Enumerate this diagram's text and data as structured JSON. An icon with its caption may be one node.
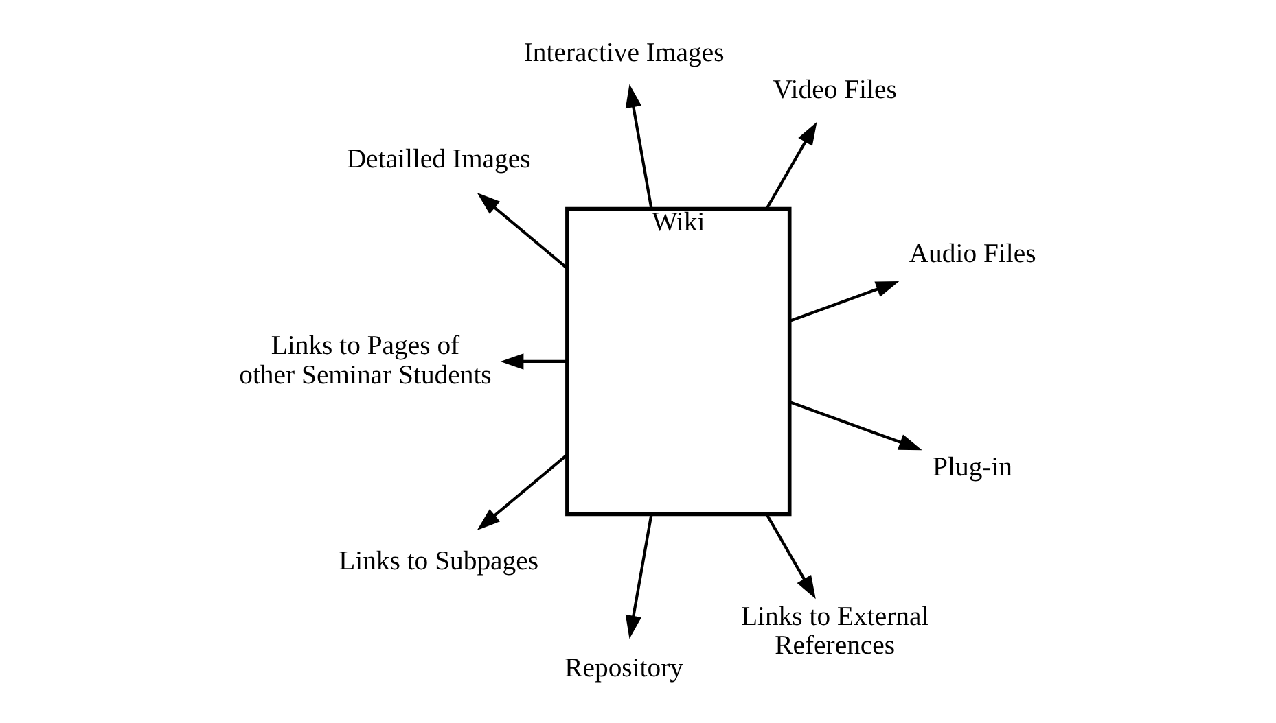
{
  "diagram": {
    "nodes": [
      {
        "text": [
          "Wiki"
        ]
      },
      {
        "text": [
          "Audio Files"
        ]
      },
      {
        "text": [
          "Video Files"
        ]
      },
      {
        "text": [
          "Interactive Images"
        ]
      },
      {
        "text": [
          "Detailled Images"
        ]
      },
      {
        "text": [
          "Links to Pages of other Seminar Students"
        ]
      },
      {
        "text": [
          "Links to Subpages"
        ]
      },
      {
        "text": [
          "Repository"
        ]
      },
      {
        "text": [
          "Links to External References"
        ]
      },
      {
        "text": [
          "Plug-in"
        ]
      }
    ],
    "edges": [
      {
        "from": 0,
        "to": 1,
        "arrow": "to"
      },
      {
        "from": 0,
        "to": 2,
        "arrow": "to"
      },
      {
        "from": 0,
        "to": 3,
        "arrow": "to"
      },
      {
        "from": 0,
        "to": 4,
        "arrow": "to"
      },
      {
        "from": 0,
        "to": 5,
        "arrow": "to"
      },
      {
        "from": 0,
        "to": 6,
        "arrow": "to"
      },
      {
        "from": 0,
        "to": 7,
        "arrow": "to"
      },
      {
        "from": 0,
        "to": 8,
        "arrow": "to"
      },
      {
        "from": 0,
        "to": 9,
        "arrow": "to"
      }
    ]
  }
}
